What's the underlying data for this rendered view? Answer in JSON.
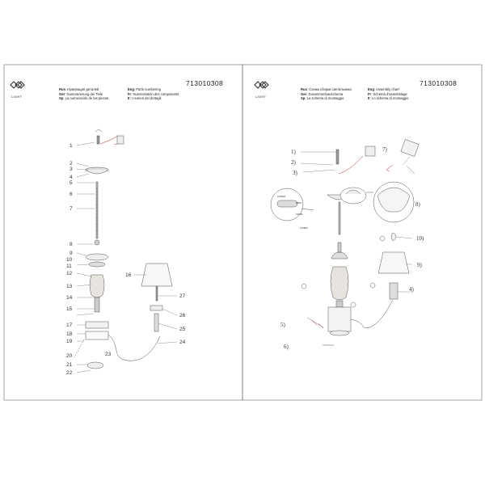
{
  "left_page": {
    "logo_text": "LIGHT",
    "product_code": "713010308",
    "legend": [
      {
        "lang": "Rus",
        "text": "Нумерация деталей"
      },
      {
        "lang": "Ger",
        "text": "Nummerierung der Teile"
      },
      {
        "lang": "Sp",
        "text": "La numeración de las piezas"
      },
      {
        "lang": "Eng",
        "text": "Parts numbering"
      },
      {
        "lang": "Fr",
        "text": "Numérotation des composants"
      },
      {
        "lang": "It",
        "text": "I numeri dei dettagli"
      }
    ],
    "part_numbers": [
      "1",
      "2",
      "3",
      "4",
      "5",
      "6",
      "7",
      "8",
      "9",
      "10",
      "11",
      "12",
      "13",
      "14",
      "15",
      "16",
      "17",
      "18",
      "19",
      "20",
      "21",
      "22",
      "23",
      "24",
      "25",
      "26",
      "27"
    ]
  },
  "right_page": {
    "logo_text": "LIGHT",
    "product_code": "713010308",
    "legend": [
      {
        "lang": "Rus",
        "text": "Схема сборки светильника"
      },
      {
        "lang": "Ger",
        "text": "Zusammenbauschema"
      },
      {
        "lang": "Sp",
        "text": "La schema di montaggio"
      },
      {
        "lang": "Eng",
        "text": "Assembly chart"
      },
      {
        "lang": "Fr",
        "text": "Schéma d'assemblage"
      },
      {
        "lang": "It",
        "text": "Lo schema di montaggio"
      }
    ],
    "step_labels": [
      "1)",
      "2)",
      "3)",
      "4)",
      "5)",
      "6)",
      "7)",
      "8)",
      "9)",
      "10)"
    ],
    "detail_dimensions": [
      "100MM",
      "5MM",
      "10MM",
      "110MM"
    ]
  }
}
